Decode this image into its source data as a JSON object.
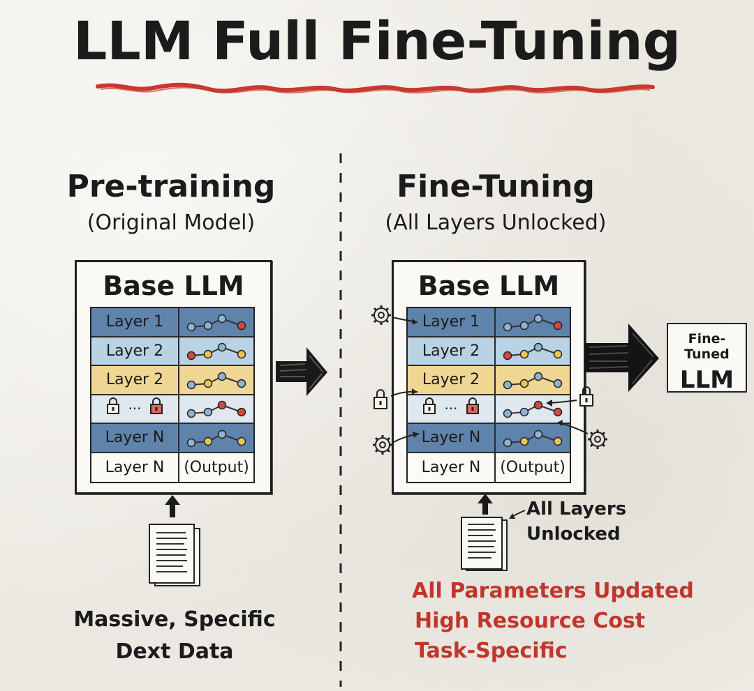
{
  "title": "LLM Full Fine-Tuning",
  "left": {
    "heading": "Pre-training",
    "subheading": "(Original Model)",
    "box_title": "Base LLM",
    "rows": [
      {
        "label": "Layer 1",
        "style": "dark"
      },
      {
        "label": "Layer 2",
        "style": "light"
      },
      {
        "label": "Layer 2",
        "style": "yellow"
      },
      {
        "label": "",
        "style": "pale",
        "locked": true
      },
      {
        "label": "Layer N",
        "style": "dark"
      },
      {
        "label": "Layer N",
        "style": "white"
      }
    ],
    "output_label": "(Output)",
    "data_label_line1": "Massive, Specific",
    "data_label_line2": "Dext Data"
  },
  "right": {
    "heading": "Fine-Tuning",
    "subheading": "(All Layers Unlocked)",
    "box_title": "Base LLM",
    "rows": [
      {
        "label": "Layer 1",
        "style": "dark"
      },
      {
        "label": "Layer 2",
        "style": "light"
      },
      {
        "label": "Layer 2",
        "style": "yellow"
      },
      {
        "label": "",
        "style": "pale",
        "locked": true
      },
      {
        "label": "Layer N",
        "style": "dark"
      },
      {
        "label": "Layer N",
        "style": "white"
      }
    ],
    "output_label": "(Output)",
    "unlocked_note_line1": "All Layers",
    "unlocked_note_line2": "Unlocked",
    "result_line1": "Fine-Tuned",
    "result_line2": "LLM",
    "bullets": [
      "All Parameters Updated",
      "High Resource Cost",
      "Task-Specific"
    ]
  },
  "colors": {
    "accent_red": "#c0362c",
    "layer_dark": "#5f83ab",
    "layer_light": "#b9d3e4",
    "layer_yellow": "#efd693"
  },
  "icons": [
    "lock-icon",
    "gear-icon",
    "document-icon",
    "arrow-right-icon",
    "arrow-up-icon",
    "node-chain-icon"
  ]
}
